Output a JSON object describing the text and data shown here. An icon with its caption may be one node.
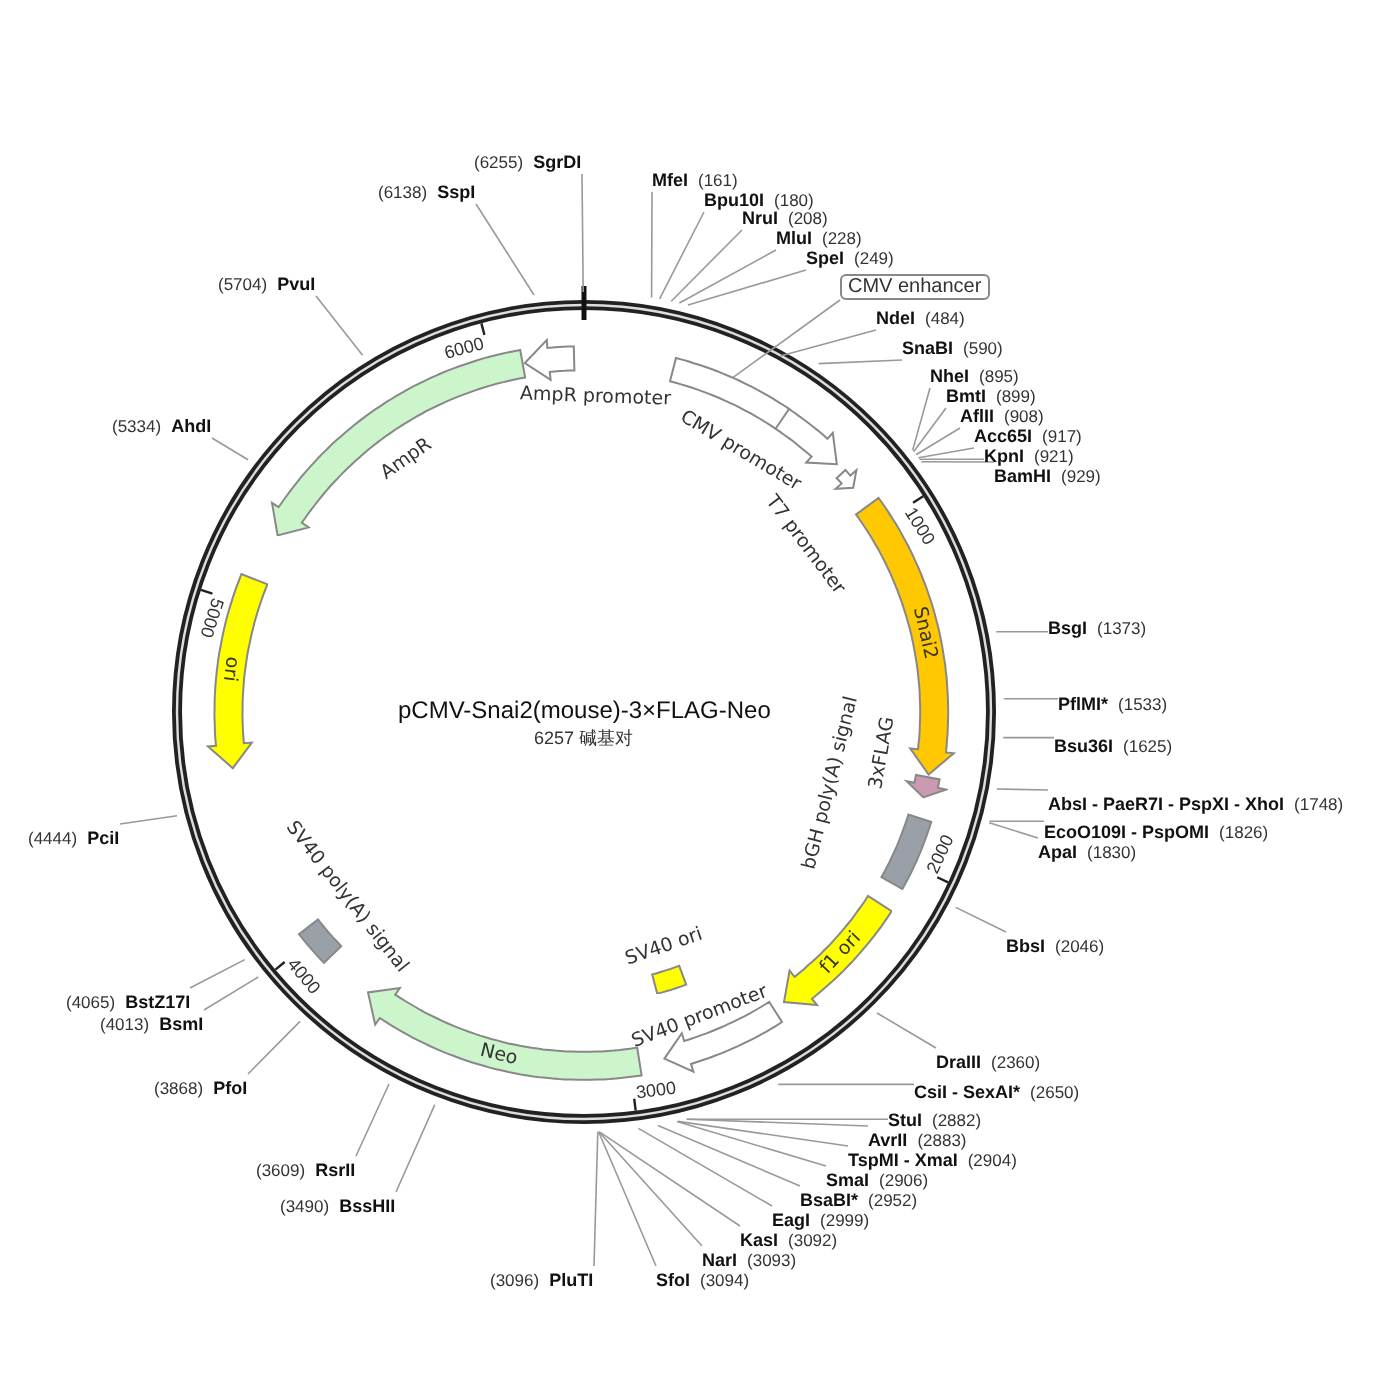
{
  "diagram": {
    "title": "pCMV-Snai2(mouse)-3×FLAG-Neo",
    "nodes": [
      {
        "text": [
          "(6255)",
          "SgrDI"
        ]
      },
      {
        "text": [
          "(6138)",
          "SspI"
        ]
      },
      {
        "text": [
          "(5704)",
          "PvuI"
        ]
      },
      {
        "text": [
          "(5334)",
          "AhdI"
        ]
      },
      {
        "text": [
          "MfeI",
          "(161)"
        ]
      },
      {
        "text": [
          "Bpu10I",
          "(180)"
        ]
      },
      {
        "text": [
          "NruI",
          "(208)"
        ]
      },
      {
        "text": [
          "MluI",
          "(228)"
        ]
      },
      {
        "text": [
          "SpeI",
          "(249)"
        ]
      },
      {
        "text": [
          "CMV enhancer"
        ]
      },
      {
        "text": [
          "NdeI",
          "(484)"
        ]
      },
      {
        "text": [
          "SnaBI",
          "(590)"
        ]
      },
      {
        "text": [
          "NheI",
          "(895)"
        ]
      },
      {
        "text": [
          "BmtI",
          "(899)"
        ]
      },
      {
        "text": [
          "AflII",
          "(908)"
        ]
      },
      {
        "text": [
          "Acc65I",
          "(917)"
        ]
      },
      {
        "text": [
          "KpnI",
          "(921)"
        ]
      },
      {
        "text": [
          "BamHI",
          "(929)"
        ]
      },
      {
        "text": [
          "BsgI",
          "(1373)"
        ]
      },
      {
        "text": [
          "PflMI*",
          "(1533)"
        ]
      },
      {
        "text": [
          "Bsu36I",
          "(1625)"
        ]
      },
      {
        "text": [
          "AbsI - PaeR7I - PspXI - XhoI",
          "(1748)"
        ]
      },
      {
        "text": [
          "EcoO109I - PspOMI",
          "(1826)"
        ]
      },
      {
        "text": [
          "ApaI",
          "(1830)"
        ]
      },
      {
        "text": [
          "BbsI",
          "(2046)"
        ]
      },
      {
        "text": [
          "DraIII",
          "(2360)"
        ]
      },
      {
        "text": [
          "CsiI - SexAI*",
          "(2650)"
        ]
      },
      {
        "text": [
          "StuI",
          "(2882)"
        ]
      },
      {
        "text": [
          "AvrII",
          "(2883)"
        ]
      },
      {
        "text": [
          "TspMI - XmaI",
          "(2904)"
        ]
      },
      {
        "text": [
          "SmaI",
          "(2906)"
        ]
      },
      {
        "text": [
          "BsaBI*",
          "(2952)"
        ]
      },
      {
        "text": [
          "EagI",
          "(2999)"
        ]
      },
      {
        "text": [
          "KasI",
          "(3092)"
        ]
      },
      {
        "text": [
          "NarI",
          "(3093)"
        ]
      },
      {
        "text": [
          "SfoI",
          "(3094)"
        ]
      },
      {
        "text": [
          "(3096)",
          "PluTI"
        ]
      },
      {
        "text": [
          "(3490)",
          "BssHII"
        ]
      },
      {
        "text": [
          "(3609)",
          "RsrII"
        ]
      },
      {
        "text": [
          "(3868)",
          "PfoI"
        ]
      },
      {
        "text": [
          "(4013)",
          "BsmI"
        ]
      },
      {
        "text": [
          "(4065)",
          "BstZ17I"
        ]
      },
      {
        "text": [
          "(4444)",
          "PciI"
        ]
      },
      {
        "text": [
          "AmpR promoter"
        ]
      },
      {
        "text": [
          "CMV promoter"
        ]
      },
      {
        "text": [
          "T7 promoter"
        ]
      },
      {
        "text": [
          "Snai2"
        ]
      },
      {
        "text": [
          "3xFLAG"
        ]
      },
      {
        "text": [
          "bGH poly(A) signal"
        ]
      },
      {
        "text": [
          "f1 ori"
        ]
      },
      {
        "text": [
          "SV40 ori"
        ]
      },
      {
        "text": [
          "SV40 promoter"
        ]
      },
      {
        "text": [
          "Neo"
        ]
      },
      {
        "text": [
          "SV40 poly(A) signal"
        ]
      },
      {
        "text": [
          "ori"
        ]
      },
      {
        "text": [
          "AmpR"
        ]
      }
    ],
    "edges": [
      {
        "from": 0,
        "to": null,
        "arrow": "none"
      },
      {
        "from": 1,
        "to": null,
        "arrow": "none"
      },
      {
        "from": 2,
        "to": null,
        "arrow": "none"
      },
      {
        "from": 3,
        "to": null,
        "arrow": "none"
      },
      {
        "from": 4,
        "to": null,
        "arrow": "none"
      },
      {
        "from": 5,
        "to": null,
        "arrow": "none"
      },
      {
        "from": 6,
        "to": null,
        "arrow": "none"
      },
      {
        "from": 7,
        "to": null,
        "arrow": "none"
      },
      {
        "from": 8,
        "to": null,
        "arrow": "none"
      },
      {
        "from": 9,
        "to": 44,
        "arrow": "none"
      },
      {
        "from": 10,
        "to": 44,
        "arrow": "none"
      },
      {
        "from": 11,
        "to": 44,
        "arrow": "none"
      },
      {
        "from": 12,
        "to": null,
        "arrow": "none"
      },
      {
        "from": 13,
        "to": null,
        "arrow": "none"
      },
      {
        "from": 14,
        "to": null,
        "arrow": "none"
      },
      {
        "from": 15,
        "to": null,
        "arrow": "none"
      },
      {
        "from": 16,
        "to": null,
        "arrow": "none"
      },
      {
        "from": 17,
        "to": null,
        "arrow": "none"
      },
      {
        "from": 18,
        "to": null,
        "arrow": "none"
      },
      {
        "from": 19,
        "to": null,
        "arrow": "none"
      },
      {
        "from": 20,
        "to": null,
        "arrow": "none"
      },
      {
        "from": 21,
        "to": null,
        "arrow": "none"
      },
      {
        "from": 22,
        "to": null,
        "arrow": "none"
      },
      {
        "from": 23,
        "to": null,
        "arrow": "none"
      },
      {
        "from": 24,
        "to": null,
        "arrow": "none"
      },
      {
        "from": 25,
        "to": null,
        "arrow": "none"
      },
      {
        "from": 26,
        "to": null,
        "arrow": "none"
      },
      {
        "from": 27,
        "to": null,
        "arrow": "none"
      },
      {
        "from": 28,
        "to": null,
        "arrow": "none"
      },
      {
        "from": 29,
        "to": null,
        "arrow": "none"
      },
      {
        "from": 30,
        "to": null,
        "arrow": "none"
      },
      {
        "from": 31,
        "to": null,
        "arrow": "none"
      },
      {
        "from": 32,
        "to": null,
        "arrow": "none"
      },
      {
        "from": 33,
        "to": null,
        "arrow": "none"
      },
      {
        "from": 34,
        "to": null,
        "arrow": "none"
      },
      {
        "from": 35,
        "to": null,
        "arrow": "none"
      },
      {
        "from": 36,
        "to": null,
        "arrow": "none"
      },
      {
        "from": 37,
        "to": null,
        "arrow": "none"
      },
      {
        "from": 38,
        "to": null,
        "arrow": "none"
      },
      {
        "from": 39,
        "to": null,
        "arrow": "none"
      },
      {
        "from": 40,
        "to": null,
        "arrow": "none"
      },
      {
        "from": 41,
        "to": null,
        "arrow": "none"
      },
      {
        "from": 42,
        "to": null,
        "arrow": "none"
      }
    ],
    "labels": [
      "6000",
      "1000",
      "5000",
      "6257 碱基对",
      "2000",
      "4000",
      "3000"
    ]
  }
}
